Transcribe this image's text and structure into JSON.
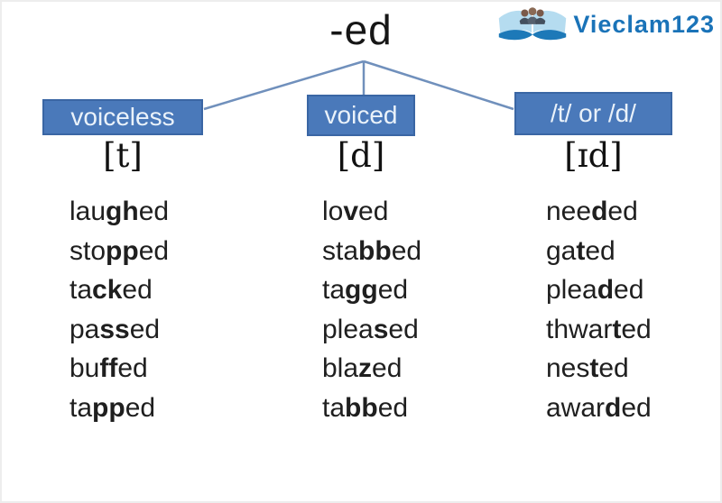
{
  "page": {
    "title": "-ed"
  },
  "logo": {
    "text": "Vieclam123",
    "text_color": "#1a73b8",
    "book_color": "#b5dcf0",
    "wave_color": "#1d79b8"
  },
  "colors": {
    "box_fill": "#4a79ba",
    "box_border": "#3a66a4",
    "box_text": "#eaf2fa",
    "tree_line": "#7090bc",
    "word_text": "#1f1f1f"
  },
  "groups": [
    {
      "label": "voiceless",
      "phonetic": "[t]",
      "words": [
        {
          "pre": "lau",
          "bold": "gh",
          "post": "ed"
        },
        {
          "pre": "sto",
          "bold": "pp",
          "post": "ed"
        },
        {
          "pre": "ta",
          "bold": "ck",
          "post": "ed"
        },
        {
          "pre": "pa",
          "bold": "ss",
          "post": "ed"
        },
        {
          "pre": "bu",
          "bold": "ff",
          "post": "ed"
        },
        {
          "pre": "ta",
          "bold": "pp",
          "post": "ed"
        }
      ]
    },
    {
      "label": "voiced",
      "phonetic": "[d]",
      "words": [
        {
          "pre": "lo",
          "bold": "v",
          "post": "ed"
        },
        {
          "pre": "sta",
          "bold": "bb",
          "post": "ed"
        },
        {
          "pre": "ta",
          "bold": "gg",
          "post": "ed"
        },
        {
          "pre": "plea",
          "bold": "s",
          "post": "ed"
        },
        {
          "pre": "bla",
          "bold": "z",
          "post": "ed"
        },
        {
          "pre": "ta",
          "bold": "bb",
          "post": "ed"
        }
      ]
    },
    {
      "label": "/t/ or /d/",
      "phonetic": "[ɪd]",
      "words": [
        {
          "pre": "nee",
          "bold": "d",
          "post": "ed"
        },
        {
          "pre": "ga",
          "bold": "t",
          "post": "ed"
        },
        {
          "pre": "plea",
          "bold": "d",
          "post": "ed"
        },
        {
          "pre": "thwar",
          "bold": "t",
          "post": "ed"
        },
        {
          "pre": "nes",
          "bold": "t",
          "post": "ed"
        },
        {
          "pre": "awar",
          "bold": "d",
          "post": "ed"
        }
      ]
    }
  ]
}
